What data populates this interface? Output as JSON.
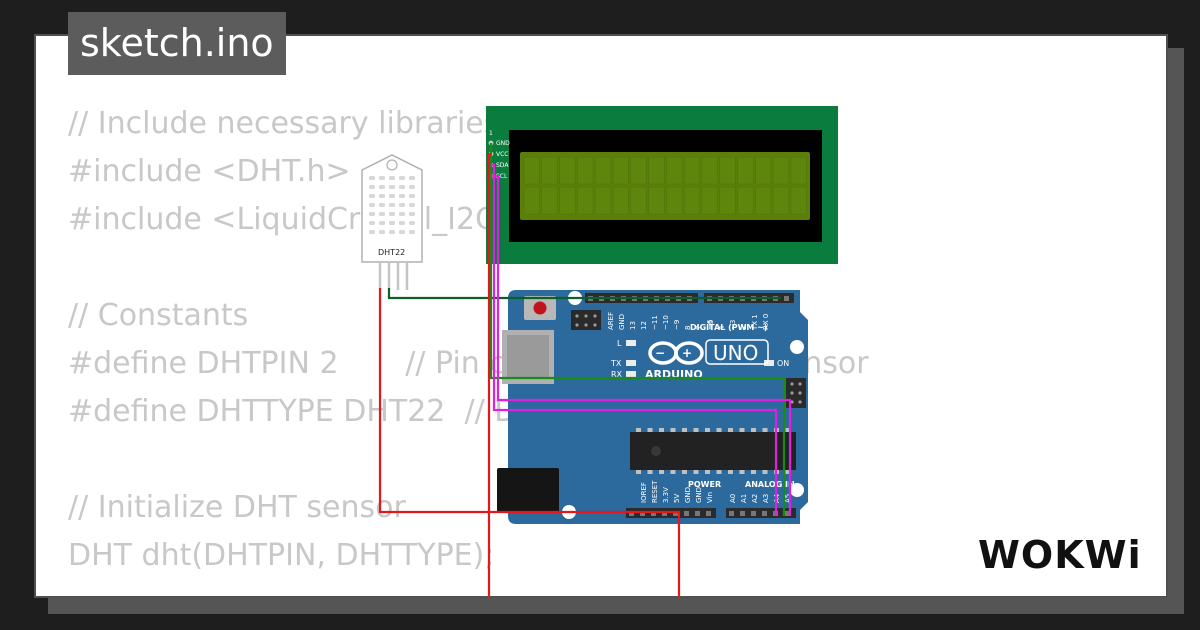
{
  "title": "sketch.ino",
  "code_lines": [
    "// Include necessary libraries",
    "#include <DHT.h>",
    "#include <LiquidCrystal_I2C.h>",
    "",
    "// Constants",
    "#define DHTPIN 2       // Pin connected to DHT sensor",
    "#define DHTTYPE DHT22  // DHT 22",
    "",
    "// Initialize DHT sensor",
    "DHT dht(DHTPIN, DHTTYPE);"
  ],
  "lcd": {
    "pins": [
      "GND",
      "VCC",
      "SDA",
      "SCL"
    ],
    "pin_header_number": "1",
    "colors": {
      "pcb": "#0a7c3d",
      "screen": "#5b7f0a",
      "frame": "#000000"
    }
  },
  "dht": {
    "label": "DHT22"
  },
  "arduino": {
    "brand": "ARDUINO",
    "model": "UNO",
    "digital_label": "DIGITAL (PWM ~)",
    "power_label": "POWER",
    "analog_label": "ANALOG IN",
    "on_label": "ON",
    "l_label": "L",
    "tx_label": "TX",
    "rx_label": "RX",
    "top_pins": [
      "AREF",
      "GND",
      "13",
      "12",
      "~11",
      "~10",
      "~9",
      "8",
      "7",
      "~6",
      "~5",
      "4",
      "~3",
      "2",
      "TX 1",
      "RX 0"
    ],
    "power_pins": [
      "IOREF",
      "RESET",
      "3.3V",
      "5V",
      "GND",
      "GND",
      "Vin"
    ],
    "analog_pins": [
      "A0",
      "A1",
      "A2",
      "A3",
      "A4",
      "A5"
    ],
    "colors": {
      "board": "#2c6a9e"
    }
  },
  "wire_colors": {
    "gnd": "#1a8a1a",
    "power": "#e8151b",
    "data": "#e020e0",
    "signal": "#0d5f2a"
  },
  "logo_text": "WOKWi"
}
